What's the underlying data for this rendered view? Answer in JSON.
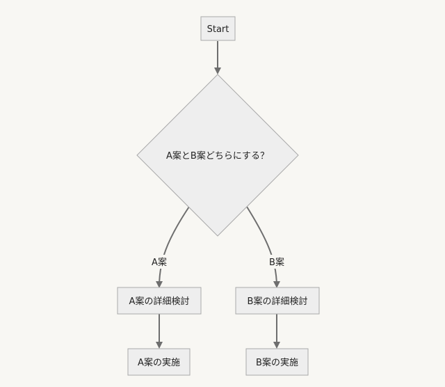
{
  "colors": {
    "background": "#f8f7f3",
    "node_fill": "#eeeeee",
    "node_stroke": "#a9a9a9",
    "edge": "#6e6e6e",
    "text": "#222222"
  },
  "nodes": {
    "start": "Start",
    "decision": "A案とB案どちらにする？",
    "a_detail": "A案の詳細検討",
    "b_detail": "B案の詳細検討",
    "a_execute": "A案の実施",
    "b_execute": "B案の実施"
  },
  "edges": {
    "to_a_label": "A案",
    "to_b_label": "B案"
  }
}
